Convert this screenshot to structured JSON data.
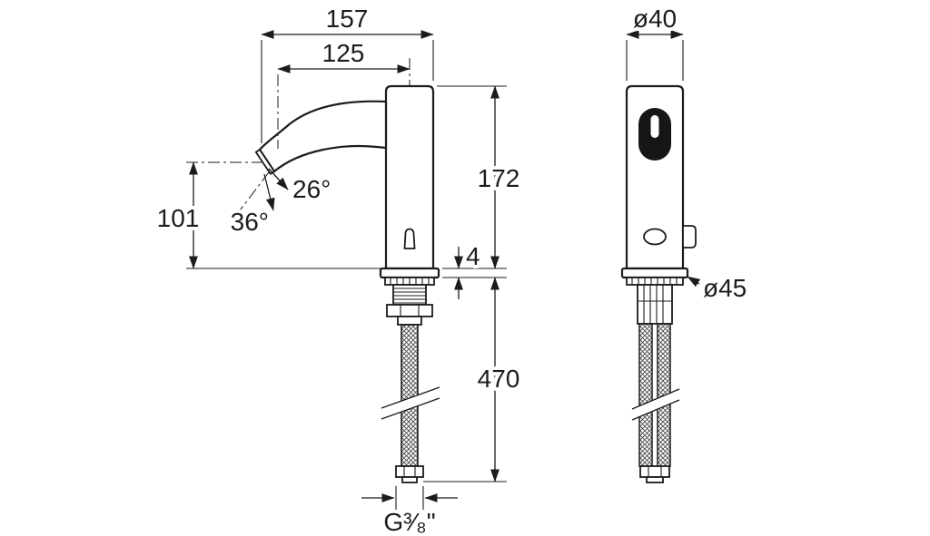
{
  "colors": {
    "background": "#ffffff",
    "ink": "#1c1c1c",
    "sensor_window_fill": "#161616"
  },
  "dimensions": {
    "overall_reach": "157",
    "spout_reach": "125",
    "top_diameter": "ø40",
    "height_above_deck": "172",
    "outlet_height": "101",
    "angle_small": "26°",
    "angle_large": "36°",
    "plate_thickness": "4",
    "base_diameter": "ø45",
    "hose_length": "470",
    "thread_size": "G³⁄₈\""
  }
}
